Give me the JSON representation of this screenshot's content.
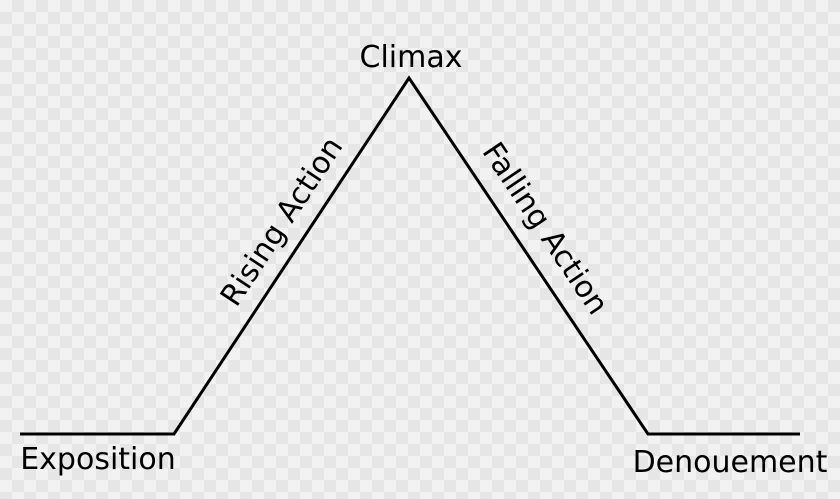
{
  "diagram": {
    "labels": {
      "climax": "Climax",
      "rising_action": "Rising Action",
      "falling_action": "Falling Action",
      "exposition": "Exposition",
      "denouement": "Denouement"
    },
    "colors": {
      "line": "#000000",
      "text": "#000000"
    }
  }
}
